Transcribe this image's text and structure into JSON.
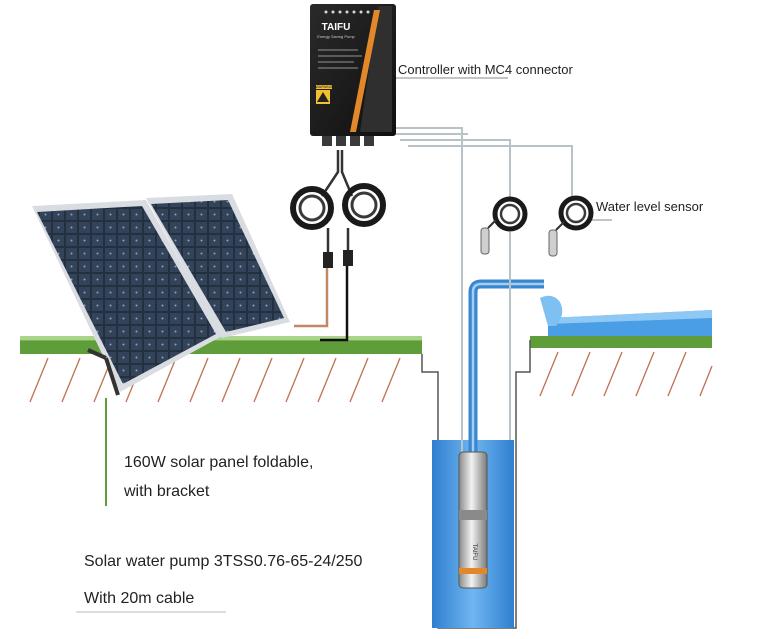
{
  "controller": {
    "brand": "TAIFU",
    "subtitle": "Energy Saving Pump",
    "warning_tag": "WARNING",
    "label": "Controller with MC4 connector"
  },
  "sensor": {
    "label": "Water level sensor"
  },
  "panel": {
    "label_line1": "160W solar panel foldable,",
    "label_line2": "with bracket"
  },
  "pump": {
    "label_line1": "Solar water pump 3TSS0.76-65-24/250",
    "label_line2": "With 20m cable",
    "body_mark": "TAIFU"
  },
  "colors": {
    "water": "#4a9ee6",
    "grass": "#5f9c3a",
    "cable": "#b7c3c7",
    "soil_hatch": "#c0704f",
    "pipe": "#3c86cf",
    "controller_body": "#1b1b1b",
    "controller_accent": "#e2882a",
    "panel_cell": "#2b3442"
  }
}
